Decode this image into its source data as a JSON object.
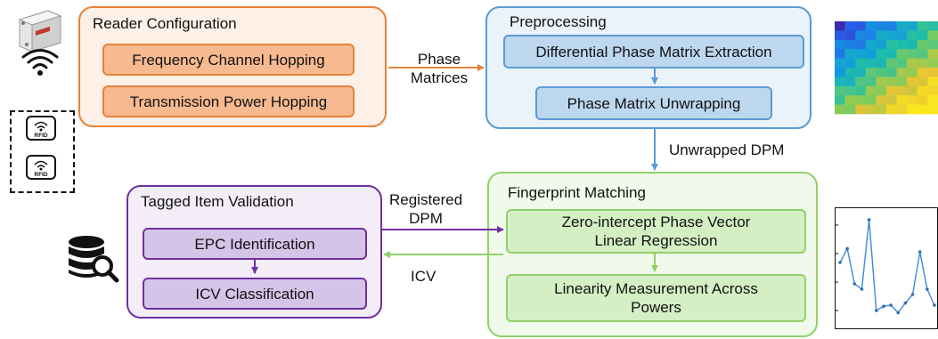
{
  "colors": {
    "orange_border": "#e8823a",
    "orange_inner_fill": "#f7b98f",
    "orange_panel_fill": "#fdf0e6",
    "blue_border": "#5b9bd5",
    "blue_inner_fill": "#bdd7ee",
    "blue_panel_fill": "#eaf2fa",
    "green_border": "#8fd06a",
    "green_inner_fill": "#d5efc5",
    "green_panel_fill": "#f1faea",
    "purple_border": "#7030a0",
    "purple_inner_fill": "#d6c3e8",
    "purple_panel_fill": "#f3edf8"
  },
  "reader_config": {
    "title": "Reader Configuration",
    "items": [
      "Frequency Channel Hopping",
      "Transmission Power Hopping"
    ]
  },
  "preprocessing": {
    "title": "Preprocessing",
    "items": [
      "Differential Phase Matrix Extraction",
      "Phase Matrix Unwrapping"
    ]
  },
  "fingerprint": {
    "title": "Fingerprint Matching",
    "items": [
      "Zero-intercept Phase Vector\nLinear Regression",
      "Linearity Measurement Across\nPowers"
    ]
  },
  "validation": {
    "title": "Tagged Item Validation",
    "items": [
      "EPC Identification",
      "ICV Classification"
    ]
  },
  "edge_labels": {
    "phase_matrices": "Phase\nMatrices",
    "unwrapped_dpm": "Unwrapped DPM",
    "registered_dpm": "Registered\nDPM",
    "icv": "ICV"
  },
  "tags": {
    "label": "RFID",
    "icon": "rfid-tag-icon"
  },
  "icons": {
    "reader": "rfid-reader-icon",
    "database": "database-search-icon",
    "heatmap": "phase-matrix-heatmap",
    "lineplot": "linearity-line-plot"
  },
  "mini_plot": {
    "values": [
      0.55,
      0.68,
      0.35,
      0.3,
      0.95,
      0.1,
      0.14,
      0.15,
      0.08,
      0.17,
      0.25,
      0.65,
      0.3,
      0.15
    ]
  }
}
